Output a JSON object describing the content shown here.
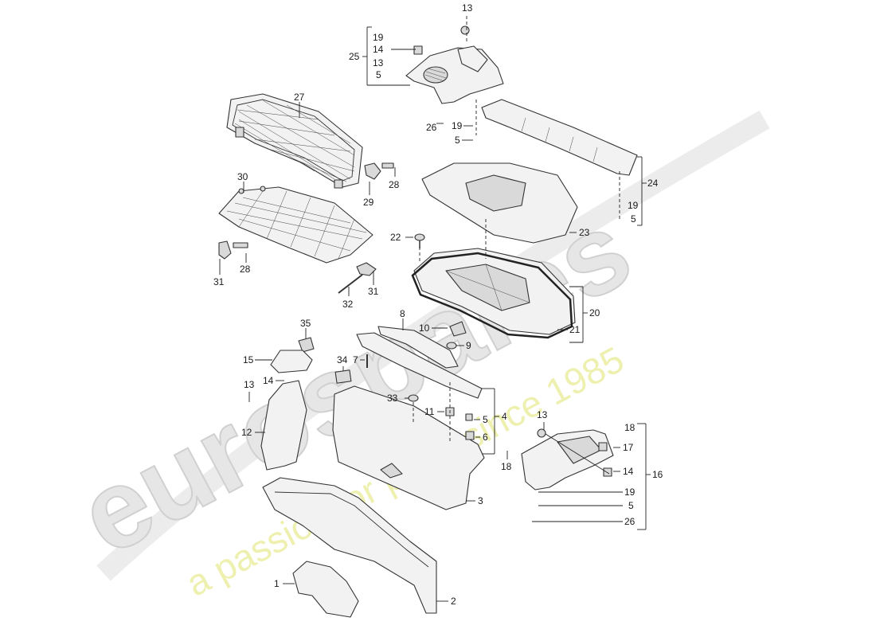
{
  "watermark": {
    "brand": "eurospares",
    "tagline": "a passion for parts since 1985",
    "brand_color": "#d8d8d8",
    "tagline_color": "#e9ec9a"
  },
  "diagram": {
    "stroke_color": "#333333",
    "part_fill": "#f2f2f2",
    "callouts": [
      {
        "id": "c13a",
        "text": "13"
      },
      {
        "id": "c19a",
        "text": "19"
      },
      {
        "id": "c14a",
        "text": "14"
      },
      {
        "id": "c25",
        "text": "25"
      },
      {
        "id": "c13b",
        "text": "13"
      },
      {
        "id": "c5a",
        "text": "5"
      },
      {
        "id": "c27",
        "text": "27"
      },
      {
        "id": "c26a",
        "text": "26"
      },
      {
        "id": "c19b",
        "text": "19"
      },
      {
        "id": "c5b",
        "text": "5"
      },
      {
        "id": "c24",
        "text": "24"
      },
      {
        "id": "c19c",
        "text": "19"
      },
      {
        "id": "c5c",
        "text": "5"
      },
      {
        "id": "c30",
        "text": "30"
      },
      {
        "id": "c28a",
        "text": "28"
      },
      {
        "id": "c29",
        "text": "29"
      },
      {
        "id": "c23",
        "text": "23"
      },
      {
        "id": "c22",
        "text": "22"
      },
      {
        "id": "c28b",
        "text": "28"
      },
      {
        "id": "c31a",
        "text": "31"
      },
      {
        "id": "c31b",
        "text": "31"
      },
      {
        "id": "c32",
        "text": "32"
      },
      {
        "id": "c20",
        "text": "20"
      },
      {
        "id": "c21",
        "text": "21"
      },
      {
        "id": "c8",
        "text": "8"
      },
      {
        "id": "c10",
        "text": "10"
      },
      {
        "id": "c35",
        "text": "35"
      },
      {
        "id": "c9",
        "text": "9"
      },
      {
        "id": "c15",
        "text": "15"
      },
      {
        "id": "c34",
        "text": "34"
      },
      {
        "id": "c7",
        "text": "7"
      },
      {
        "id": "c13c",
        "text": "13"
      },
      {
        "id": "c14b",
        "text": "14"
      },
      {
        "id": "c33",
        "text": "33"
      },
      {
        "id": "c11",
        "text": "11"
      },
      {
        "id": "c4",
        "text": "4"
      },
      {
        "id": "c5d",
        "text": "5"
      },
      {
        "id": "c6",
        "text": "6"
      },
      {
        "id": "c12",
        "text": "12"
      },
      {
        "id": "c13d",
        "text": "13"
      },
      {
        "id": "c18a",
        "text": "18"
      },
      {
        "id": "c17",
        "text": "17"
      },
      {
        "id": "c18b",
        "text": "18"
      },
      {
        "id": "c14c",
        "text": "14"
      },
      {
        "id": "c16",
        "text": "16"
      },
      {
        "id": "c19d",
        "text": "19"
      },
      {
        "id": "c5e",
        "text": "5"
      },
      {
        "id": "c26b",
        "text": "26"
      },
      {
        "id": "c3",
        "text": "3"
      },
      {
        "id": "c1",
        "text": "1"
      },
      {
        "id": "c2",
        "text": "2"
      }
    ]
  }
}
